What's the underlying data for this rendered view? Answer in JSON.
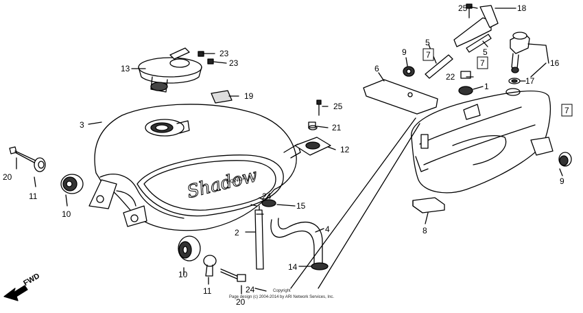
{
  "callouts": [
    {
      "id": "25_top",
      "text": "25"
    },
    {
      "id": "18",
      "text": "18"
    },
    {
      "id": "23_a",
      "text": "23"
    },
    {
      "id": "23_b",
      "text": "23"
    },
    {
      "id": "13",
      "text": "13"
    },
    {
      "id": "19",
      "text": "19"
    },
    {
      "id": "3",
      "text": "3"
    },
    {
      "id": "25_mid",
      "text": "25"
    },
    {
      "id": "21",
      "text": "21"
    },
    {
      "id": "12",
      "text": "12"
    },
    {
      "id": "20_left",
      "text": "20"
    },
    {
      "id": "11_left",
      "text": "11"
    },
    {
      "id": "10_left",
      "text": "10"
    },
    {
      "id": "24_top",
      "text": "24"
    },
    {
      "id": "15",
      "text": "15"
    },
    {
      "id": "2",
      "text": "2"
    },
    {
      "id": "4",
      "text": "4"
    },
    {
      "id": "14",
      "text": "14"
    },
    {
      "id": "10_bottom",
      "text": "10"
    },
    {
      "id": "11_bottom",
      "text": "11"
    },
    {
      "id": "20_bottom",
      "text": "20"
    },
    {
      "id": "24_bottom",
      "text": "24"
    },
    {
      "id": "9_top",
      "text": "9"
    },
    {
      "id": "5_a",
      "text": "5"
    },
    {
      "id": "5_b",
      "text": "5"
    },
    {
      "id": "6",
      "text": "6"
    },
    {
      "id": "22",
      "text": "22"
    },
    {
      "id": "1",
      "text": "1"
    },
    {
      "id": "16",
      "text": "16"
    },
    {
      "id": "17",
      "text": "17"
    },
    {
      "id": "9_right",
      "text": "9"
    },
    {
      "id": "8",
      "text": "8"
    }
  ],
  "boxed_refs": [
    {
      "id": "7_a",
      "text": "7"
    },
    {
      "id": "7_b",
      "text": "7"
    },
    {
      "id": "7_c",
      "text": "7"
    }
  ],
  "tank_script": "Shadow",
  "tank_brand": "HONDA",
  "fwd_label": "FWD",
  "copyright_line1": "Copyright",
  "copyright_line2": "Page design (c) 2004-2014 by ARI Network Services, Inc."
}
